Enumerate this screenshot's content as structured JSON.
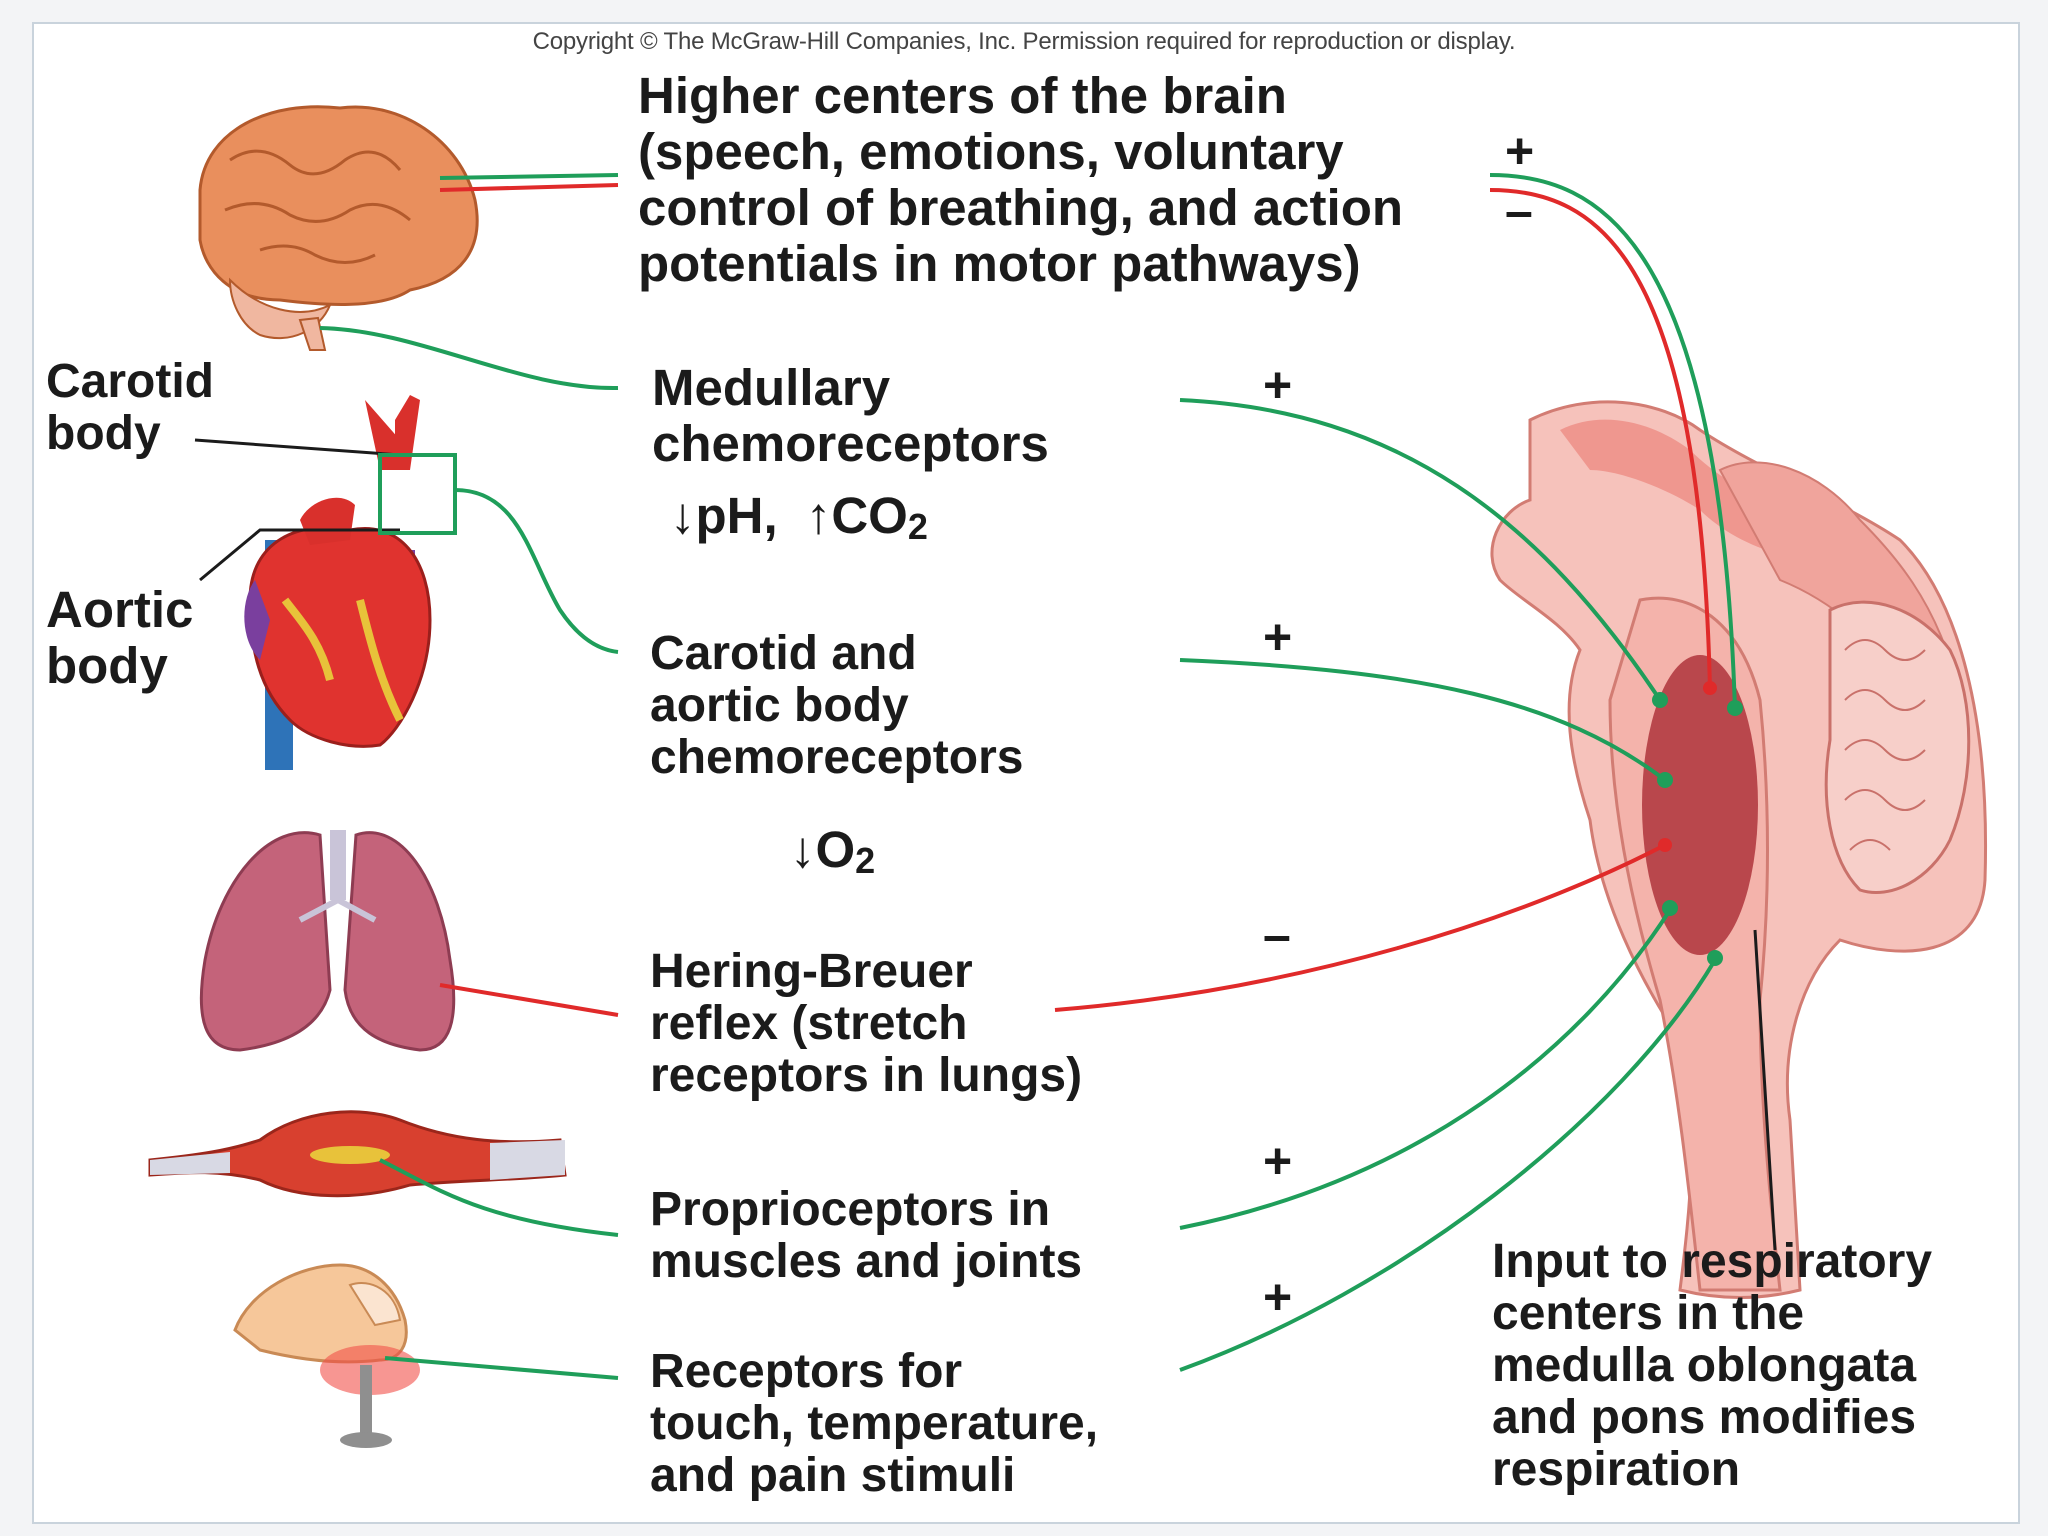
{
  "copyright": "Copyright © The McGraw-Hill Companies, Inc. Permission required for reproduction or display.",
  "labels": {
    "higher_centers": [
      "Higher centers of the brain",
      "(speech, emotions, voluntary",
      "control of breathing, and action",
      "potentials in motor pathways)"
    ],
    "medullary": [
      "Medullary",
      "chemoreceptors"
    ],
    "medullary_stimuli": {
      "ph": "↓pH,",
      "co2": "↑CO",
      "co2_sub": "2"
    },
    "carotid_aortic": [
      "Carotid and",
      "aortic body",
      "chemoreceptors"
    ],
    "o2_stimulus": {
      "o2": "↓O",
      "o2_sub": "2"
    },
    "hering_breuer": [
      "Hering-Breuer",
      "reflex (stretch",
      "receptors in lungs)"
    ],
    "proprioceptors": [
      "Proprioceptors in",
      "muscles and joints"
    ],
    "receptors_touch": [
      "Receptors for",
      "touch, temperature,",
      "and pain stimuli"
    ],
    "input_respiratory": [
      "Input to respiratory",
      "centers in the",
      "medulla oblongata",
      "and pons modifies",
      "respiration"
    ],
    "carotid_body": [
      "Carotid",
      "body"
    ],
    "aortic_body": [
      "Aortic",
      "body"
    ]
  },
  "signs": {
    "higher_plus": "+",
    "higher_minus": "–",
    "medullary": "+",
    "carotid": "+",
    "hering": "–",
    "proprio": "+",
    "touch": "+"
  },
  "colors": {
    "excitatory_line": "#1f9e5a",
    "inhibitory_line": "#e02a2a",
    "respiratory_center": "#b9474c",
    "brainstem": "#f4b3ab"
  },
  "icons": [
    "brain-icon",
    "heart-icon",
    "lungs-icon",
    "muscle-icon",
    "finger-pain-icon",
    "brainstem-icon"
  ]
}
